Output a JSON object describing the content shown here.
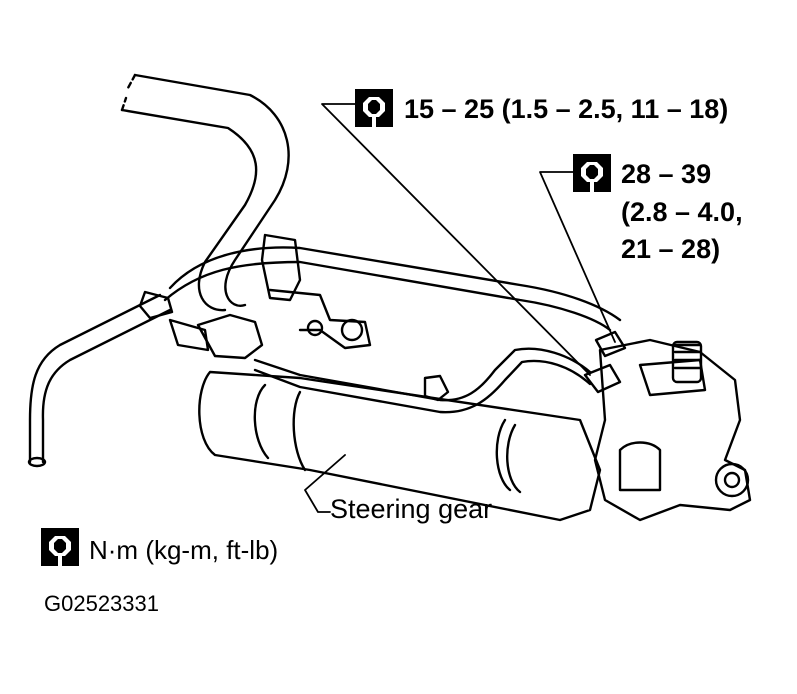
{
  "torque_callouts": {
    "upper": "15 – 25 (1.5 – 2.5, 11 – 18)",
    "right_line1": "28 – 39",
    "right_line2": "(2.8 – 4.0,",
    "right_line3": "21 – 28)"
  },
  "part_label": "Steering gear",
  "legend": {
    "units": "N·m (kg-m, ft-lb)",
    "icon": "torque-wrench-icon"
  },
  "figure_code": "G02523331"
}
